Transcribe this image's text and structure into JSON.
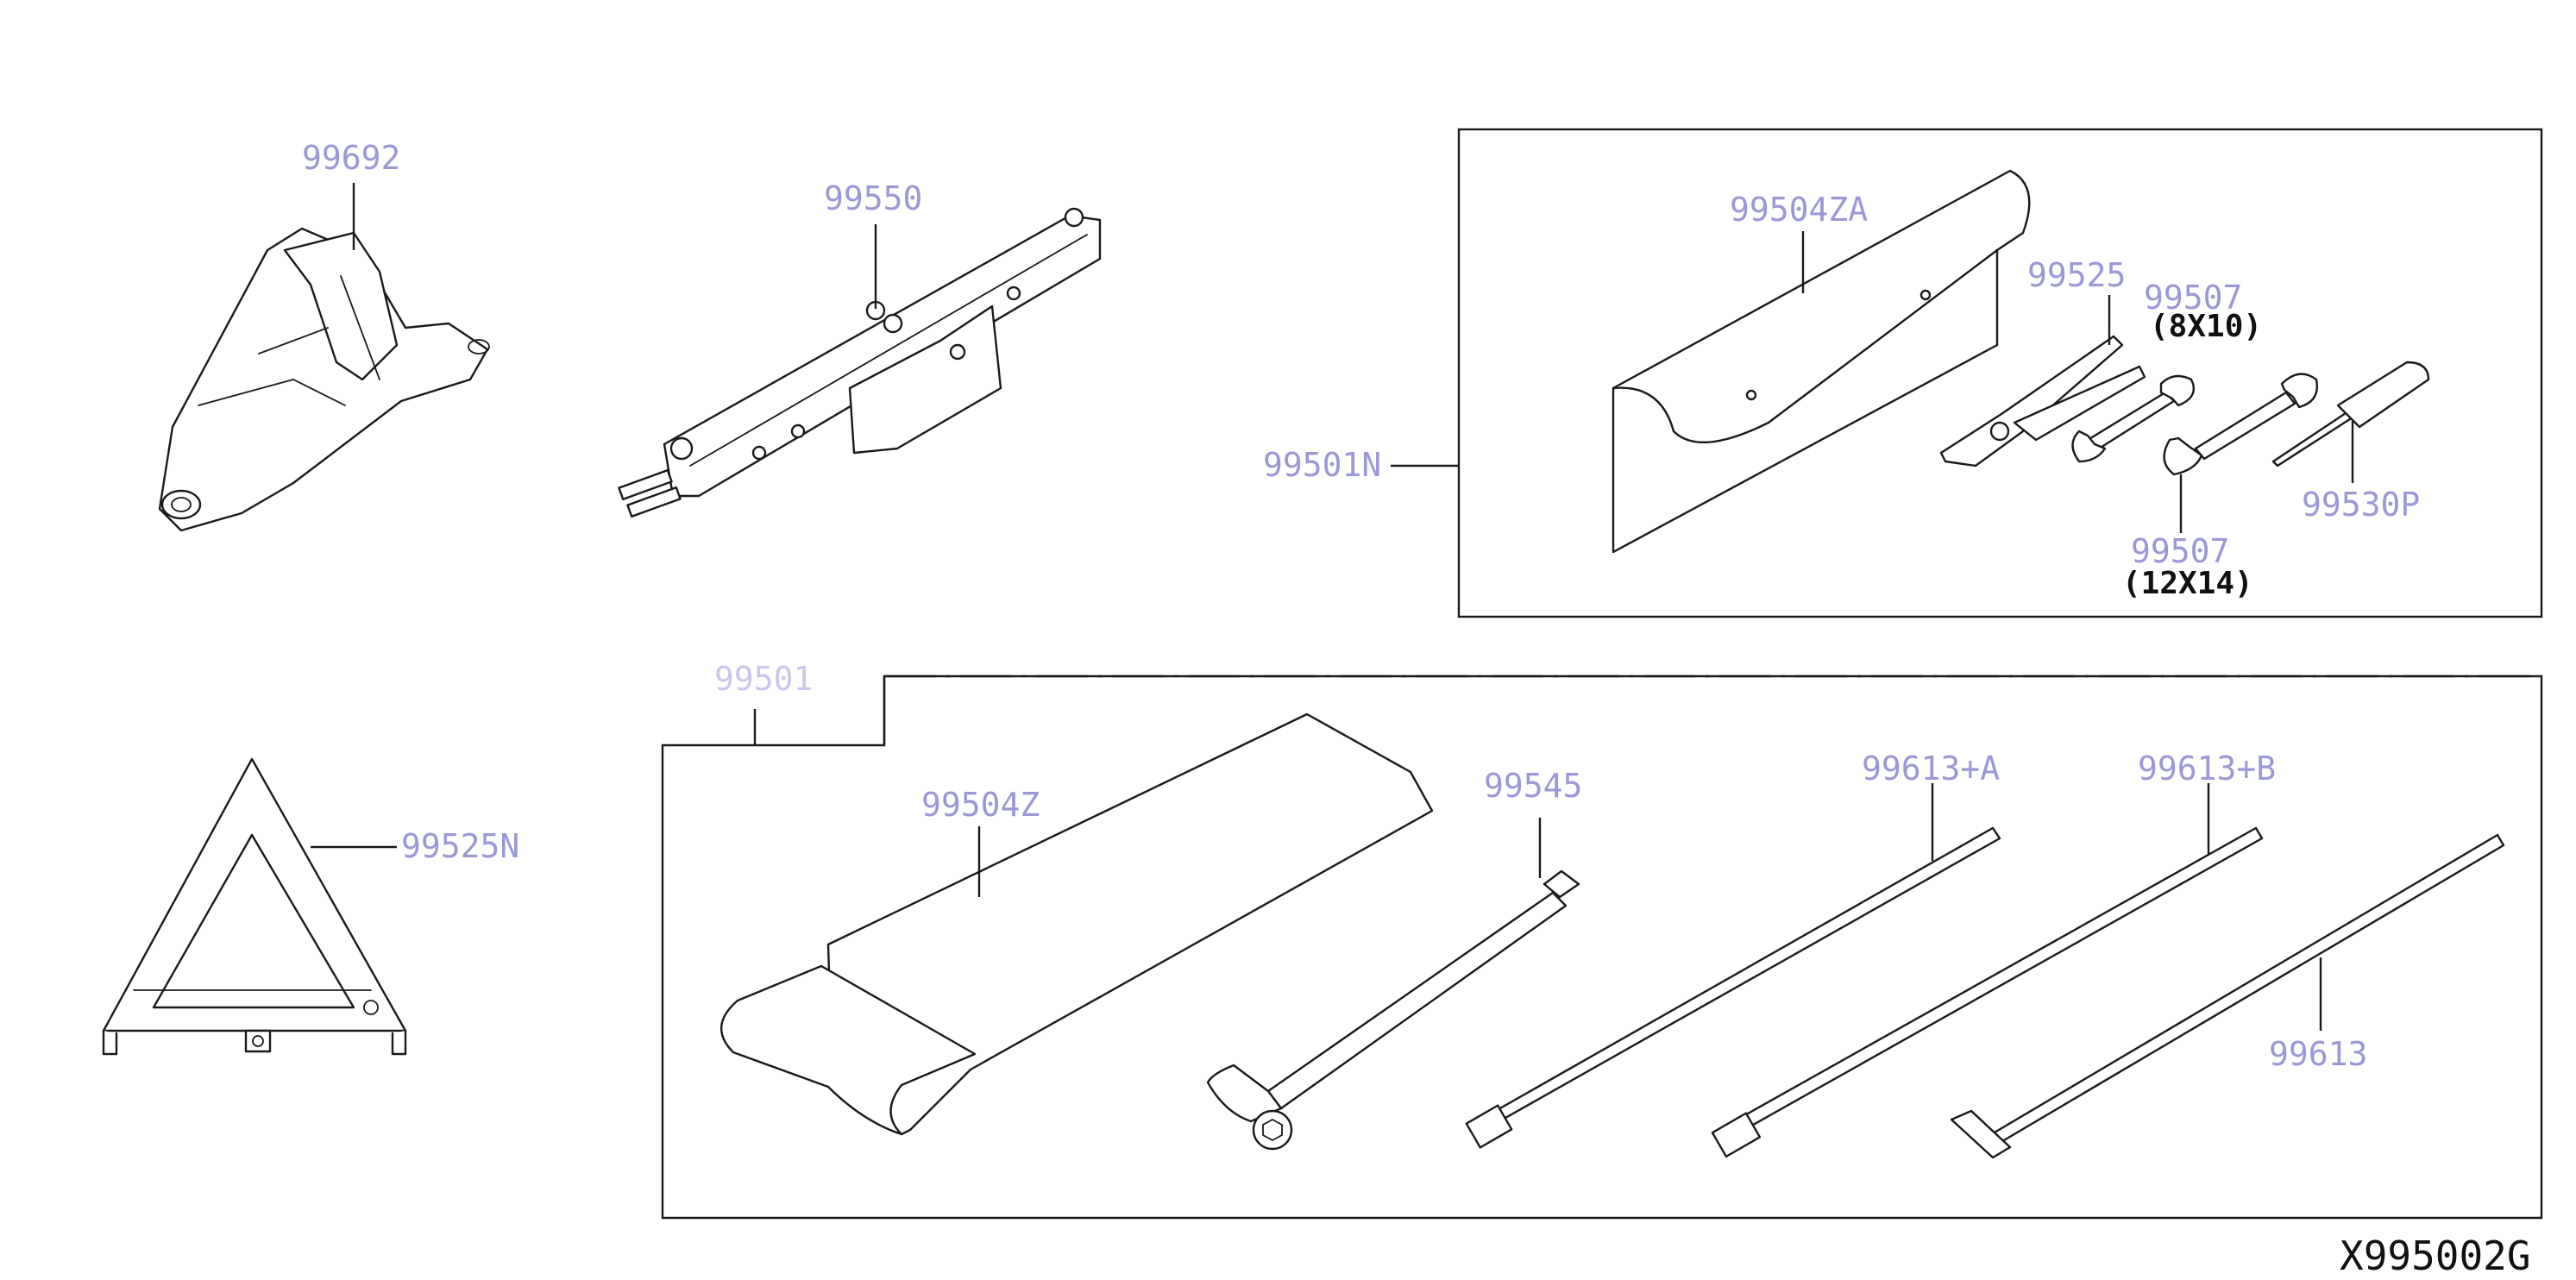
{
  "labels": {
    "p99692": "99692",
    "p99550": "99550",
    "p99504ZA": "99504ZA",
    "p99525": "99525",
    "p99507_a": "99507",
    "p99507_a_size": "(8X10)",
    "p99501N": "99501N",
    "p99507_b": "99507",
    "p99507_b_size": "(12X14)",
    "p99530P": "99530P",
    "p99501_partial": "99501",
    "p99525N": "99525N",
    "p99504Z": "99504Z",
    "p99545": "99545",
    "p99613A": "99613+A",
    "p99613B": "99613+B",
    "p99613": "99613"
  },
  "reference_code": "X995002G"
}
